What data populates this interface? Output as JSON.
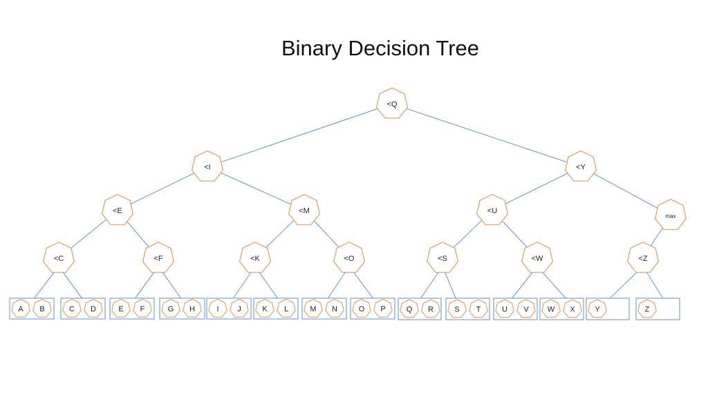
{
  "title": "Binary Decision Tree",
  "colors": {
    "edge": "#6f9bd2",
    "node_stroke": "#e39a62",
    "box_stroke": "#6f9bd2"
  },
  "nodes": {
    "root": "<Q",
    "i": "<I",
    "y": "<Y",
    "e": "<E",
    "m": "<M",
    "u": "<U",
    "max": "max",
    "c": "<C",
    "f": "<F",
    "k": "<K",
    "o": "<O",
    "s": "<S",
    "w": "<W",
    "z": "<Z"
  },
  "leaves": [
    [
      "A",
      "B"
    ],
    [
      "C",
      "D"
    ],
    [
      "E",
      "F"
    ],
    [
      "G",
      "H"
    ],
    [
      "I",
      "J"
    ],
    [
      "K",
      "L"
    ],
    [
      "M",
      "N"
    ],
    [
      "O",
      "P"
    ],
    [
      "Q",
      "R"
    ],
    [
      "S",
      "T"
    ],
    [
      "U",
      "V"
    ],
    [
      "W",
      "X"
    ],
    [
      "Y"
    ],
    [
      "Z"
    ]
  ]
}
